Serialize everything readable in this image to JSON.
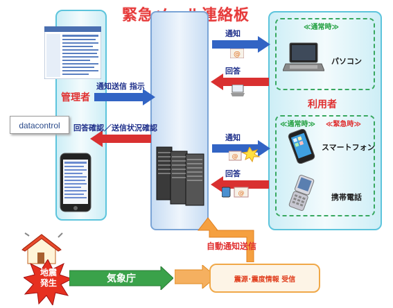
{
  "title": "緊急メール連絡板",
  "admin": {
    "label": "管理者",
    "logo_text": "datacontrol"
  },
  "users": {
    "label": "利用者",
    "normal_mode": "≪通常時≫",
    "normal_mode2": "≪通常時≫",
    "emergency_mode": "≪緊急時≫",
    "pc": "パソコン",
    "smartphone": "スマートフォン",
    "mobile": "携帯電話"
  },
  "flows": {
    "send_instruction": "通知送信 指示",
    "confirm": "回答確認／送信状況確認",
    "notify1": "通知",
    "reply1": "回答",
    "notify2": "通知",
    "reply2": "回答",
    "auto_send": "自動通知送信"
  },
  "bottom": {
    "earthquake_line1": "地震",
    "earthquake_line2": "発生",
    "agency": "気象庁",
    "receive": "震源･震度情報 受信"
  },
  "colors": {
    "title": "#e63a3a",
    "panel_border": "#5cc4dc",
    "arrow_blue": "#2f5fbf",
    "arrow_red": "#d93030",
    "arrow_orange": "#f5a040",
    "agency_green": "#3aa24a"
  }
}
